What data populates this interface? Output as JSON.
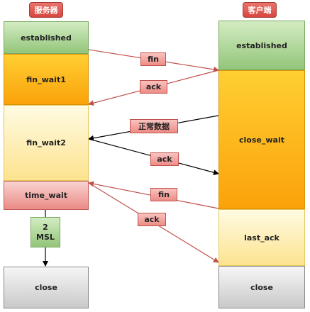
{
  "actors": {
    "server": "服务器",
    "client": "客户端"
  },
  "server_states": {
    "established": "established",
    "fin_wait1": "fin_wait1",
    "fin_wait2": "fin_wait2",
    "time_wait": "time_wait",
    "close": "close"
  },
  "client_states": {
    "established": "established",
    "close_wait": "close_wait",
    "last_ack": "last_ack",
    "close": "close"
  },
  "msl": {
    "count": "2",
    "unit": "MSL"
  },
  "messages": {
    "fin1": "fin",
    "ack1": "ack",
    "data": "正常数据",
    "ack2": "ack",
    "fin2": "fin",
    "ack3": "ack"
  },
  "colors": {
    "red_arrow": "#c0504b",
    "black_arrow": "#000000"
  }
}
